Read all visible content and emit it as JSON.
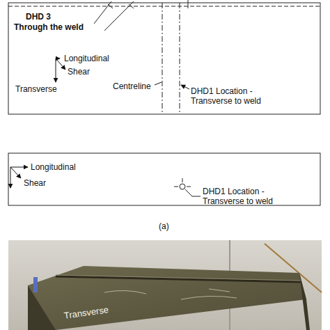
{
  "diagram": {
    "labels": [
      "DHD 3",
      "Through the weld",
      "Longitudinal",
      "Shear",
      "Transverse",
      "Centreline",
      "DHD1 Location - Transverse to weld",
      "Longitudinal",
      "Shear",
      "DHD1 Location - Transverse to weld",
      "(a)",
      "Transverse"
    ]
  }
}
